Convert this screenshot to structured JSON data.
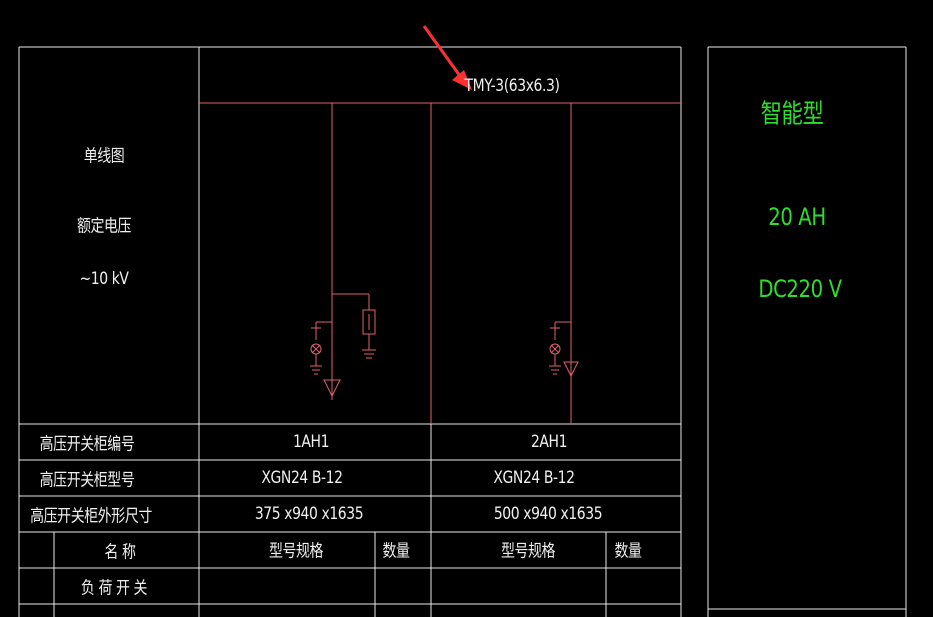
{
  "diagram": {
    "busbar_label": "TMY-3(63x6.3)",
    "left_labels": {
      "single_line": "单线图",
      "rated_voltage": "额定电压",
      "voltage_value": "~10 kV"
    },
    "rows": {
      "cabinet_no": {
        "label": "高压开关柜编号",
        "col1": "1AH1",
        "col2": "2AH1"
      },
      "cabinet_model": {
        "label": "高压开关柜型号",
        "col1": "XGN24 B-12",
        "col2": "XGN24 B-12"
      },
      "cabinet_size": {
        "label": "高压开关柜外形尺寸",
        "col1": "375 x940 x1635",
        "col2": "500 x940 x1635"
      }
    },
    "equipment_header": {
      "name": "名   称",
      "model_spec_1": "型号规格",
      "qty_1": "数量",
      "model_spec_2": "型号规格",
      "qty_2": "数量"
    },
    "equipment_rows": [
      {
        "name": "负 荷 开 关"
      }
    ],
    "side_panel": {
      "type": "智能型",
      "capacity": "20 AH",
      "voltage": "DC220 V"
    },
    "colors": {
      "grid_lines": "#ffffff",
      "busbar_lines": "#e06070",
      "text": "#f0f0f0",
      "green_text": "#2fdc2f",
      "arrow": "#ff3030",
      "background": "#000000"
    }
  }
}
